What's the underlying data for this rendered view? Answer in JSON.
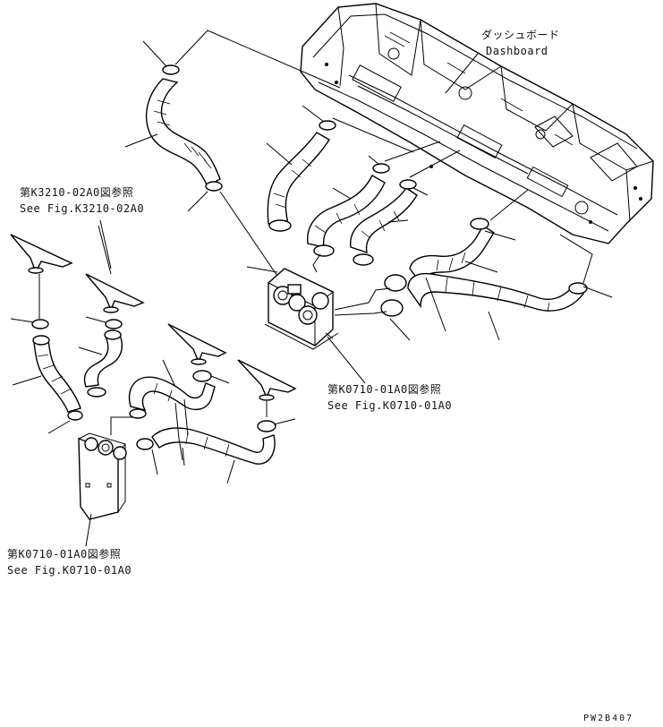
{
  "labels": {
    "dashboard_jp": "ダッシュボード",
    "dashboard_en": "Dashboard",
    "ref_k3210_jp": "第K3210-02A0図参照",
    "ref_k3210_en": "See Fig.K3210-02A0",
    "ref_k0710_right_jp": "第K0710-01A0図参照",
    "ref_k0710_right_en": "See Fig.K0710-01A0",
    "ref_k0710_left_jp": "第K0710-01A0図参照",
    "ref_k0710_left_en": "See Fig.K0710-01A0",
    "drawing_code": "PW2B407"
  }
}
